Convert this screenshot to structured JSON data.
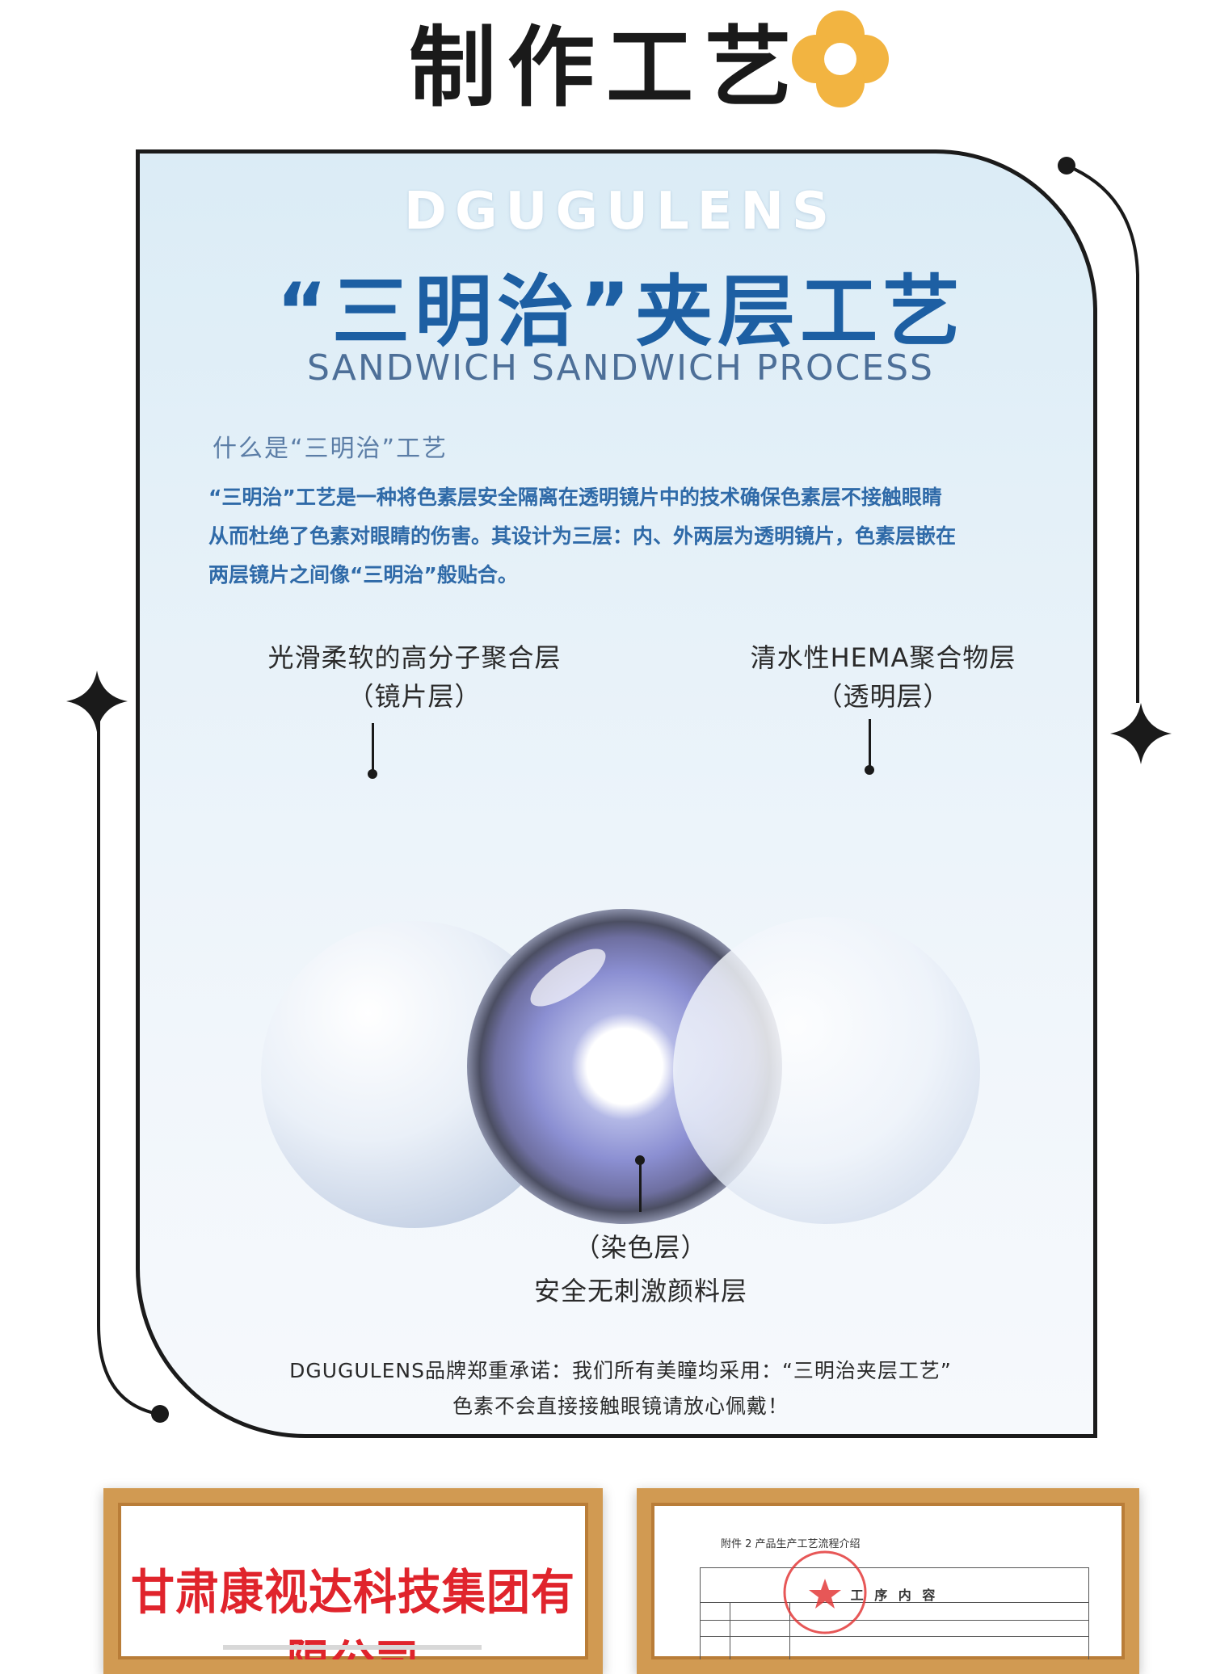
{
  "header": {
    "title": "制作工艺"
  },
  "card": {
    "brand": "DGUGULENS",
    "title_cn": "“三明治”夹层工艺",
    "title_en": "SANDWICH SANDWICH PROCESS",
    "question": "什么是“三明治”工艺",
    "desc_lines": [
      "“三明治”工艺是一种将色素层安全隔离在透明镜片中的技术确保色素层不接触眼睛",
      "从而杜绝了色素对眼睛的伤害。其设计为三层：内、外两层为透明镜片，色素层嵌在",
      "两层镜片之间像“三明治”般贴合。"
    ],
    "layers": {
      "left": {
        "line1": "光滑柔软的高分子聚合层",
        "line2": "（镜片层）"
      },
      "right": {
        "line1": "清水性HEMA聚合物层",
        "line2": "（透明层）"
      },
      "bottom": {
        "line1": "（染色层）",
        "line2": "安全无刺激颜料层"
      }
    },
    "promise_lines": [
      "DGUGULENS品牌郑重承诺：我们所有美瞳均采用：“三明治夹层工艺”",
      "色素不会直接接触眼镜请放心佩戴！"
    ]
  },
  "certificates": {
    "left": {
      "company": "甘肃康视达科技集团有限公司"
    },
    "right": {
      "caption": "附件 2 产品生产工艺流程介绍",
      "table_header": "工 序 内 容"
    }
  },
  "colors": {
    "title_blue": "#1d5fa3",
    "frame_wood": "#d19a52",
    "company_red": "#e0242c"
  }
}
